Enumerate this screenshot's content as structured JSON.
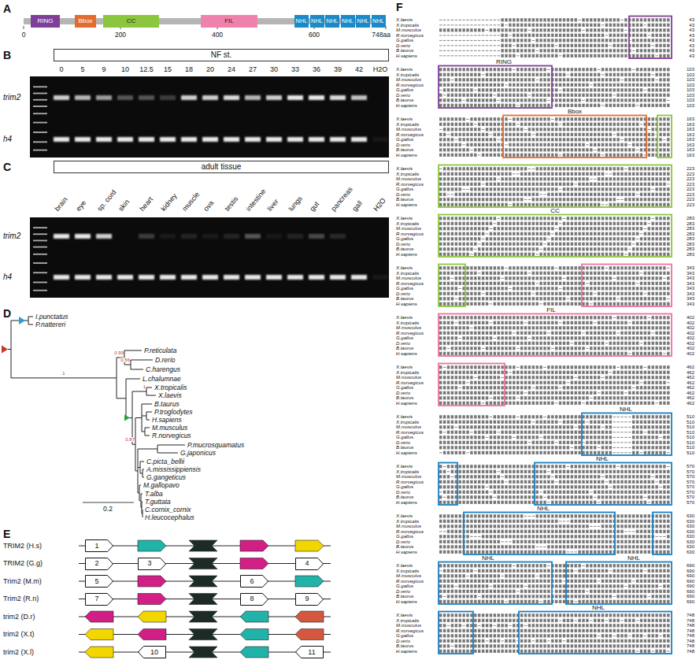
{
  "diagram": {
    "nodes": [
      {
        "text": [
          "RING"
        ]
      },
      {
        "text": [
          "Bbox"
        ]
      },
      {
        "text": [
          "CC"
        ]
      },
      {
        "text": [
          "FIL"
        ]
      },
      {
        "text": [
          "NHL"
        ]
      },
      {
        "text": [
          "NHL"
        ]
      },
      {
        "text": [
          "NHL"
        ]
      },
      {
        "text": [
          "NHL"
        ]
      },
      {
        "text": [
          "NHL"
        ]
      },
      {
        "text": [
          "NHL"
        ]
      },
      {
        "text": [
          "NF st."
        ]
      },
      {
        "text": [
          "adult tissue"
        ]
      },
      {
        "text": [
          "1"
        ]
      },
      {
        "text": [
          "2"
        ]
      },
      {
        "text": [
          "3"
        ]
      },
      {
        "text": [
          "4"
        ]
      },
      {
        "text": [
          "5"
        ]
      },
      {
        "text": [
          "6"
        ]
      },
      {
        "text": [
          "7"
        ]
      },
      {
        "text": [
          "8"
        ]
      },
      {
        "text": [
          "9"
        ]
      },
      {
        "text": [
          "10"
        ]
      },
      {
        "text": [
          "11"
        ]
      }
    ],
    "labels": [
      "A",
      "B",
      "C",
      "D",
      "E",
      "F",
      "0",
      "200",
      "400",
      "600",
      "748aa",
      "0",
      "5",
      "9",
      "10",
      "12.5",
      "15",
      "18",
      "20",
      "24",
      "27",
      "30",
      "33",
      "36",
      "39",
      "42",
      "H2O",
      "trim2",
      "h4",
      "brain",
      "eye",
      "sp. cord",
      "skin",
      "heart",
      "kidney",
      "muscle",
      "ova",
      "testis",
      "intestine",
      "liver",
      "lungs",
      "gut",
      "pancreas",
      "gall",
      "H2O",
      "trim2",
      "h4",
      "I.punctatus",
      "P.nattereri",
      "P.reticulata",
      "D.rerio",
      "C.harengus",
      "L.chalumnae",
      "X.tropicalis",
      "X.laevis",
      "B.taurus",
      "P.troglodytes",
      "H.sapiens",
      "M.musculus",
      "R.norvegicus",
      "P.mucrosquamatus",
      "G.japonicus",
      "C.picta_bellii",
      "A.mississippiensis",
      "G.gangeticus",
      "M.gallopavo",
      "T.alba",
      "T.guttata",
      "C.cornix_cornix",
      "H.leucocephalus",
      "1",
      "0.56",
      "0.99",
      "1",
      "0.87",
      "0.2",
      "TRIM2 (H.s)",
      "TRIM2 (G.g)",
      "Trim2 (M.m)",
      "Trim2 (R.n)",
      "trim2 (D.r)",
      "trim2 (X.t)",
      "trim2 (X.l)",
      "RING",
      "Bbox",
      "CC",
      "FIL",
      "NHL",
      "NHL",
      "NHL",
      "NHL",
      "NHL",
      "NHL",
      "X.laevis",
      "43",
      "X.tropicalis",
      "43",
      "M.musculus",
      "43",
      "R.norvegicus",
      "43",
      "G.gallus",
      "43",
      "D.rerio",
      "43",
      "B.taurus",
      "43",
      "H.sapiens",
      "43",
      "X.laevis",
      "103",
      "X.tropicalis",
      "103",
      "M.musculus",
      "103",
      "R.norvegicus",
      "103",
      "G.gallus",
      "103",
      "D.rerio",
      "103",
      "B.taurus",
      "103",
      "H.sapiens",
      "103",
      "X.laevis",
      "163",
      "X.tropicalis",
      "163",
      "M.musculus",
      "163",
      "R.norvegicus",
      "163",
      "G.gallus",
      "163",
      "D.rerio",
      "163",
      "B.taurus",
      "163",
      "H.sapiens",
      "163",
      "X.laevis",
      "223",
      "X.tropicalis",
      "223",
      "M.musculus",
      "223",
      "R.norvegicus",
      "223",
      "G.gallus",
      "223",
      "D.rerio",
      "223",
      "B.taurus",
      "223",
      "H.sapiens",
      "223",
      "X.laevis",
      "283",
      "X.tropicalis",
      "283",
      "M.musculus",
      "283",
      "R.norvegicus",
      "283",
      "G.gallus",
      "283",
      "D.rerio",
      "283",
      "B.taurus",
      "283",
      "H.sapiens",
      "283",
      "X.laevis",
      "343",
      "X.tropicalis",
      "343",
      "M.musculus",
      "343",
      "R.norvegicus",
      "343",
      "G.gallus",
      "343",
      "D.rerio",
      "343",
      "B.taurus",
      "343",
      "H.sapiens",
      "343",
      "X.laevis",
      "402",
      "X.tropicalis",
      "402",
      "M.musculus",
      "402",
      "R.norvegicus",
      "402",
      "G.gallus",
      "402",
      "D.rerio",
      "402",
      "B.taurus",
      "402",
      "H.sapiens",
      "402",
      "X.laevis",
      "462",
      "X.tropicalis",
      "462",
      "M.musculus",
      "462",
      "R.norvegicus",
      "462",
      "G.gallus",
      "462",
      "D.rerio",
      "462",
      "B.taurus",
      "462",
      "H.sapiens",
      "462",
      "X.laevis",
      "510",
      "X.tropicalis",
      "510",
      "M.musculus",
      "510",
      "R.norvegicus",
      "510",
      "G.gallus",
      "510",
      "D.rerio",
      "510",
      "B.taurus",
      "510",
      "H.sapiens",
      "510",
      "X.laevis",
      "570",
      "X.tropicalis",
      "570",
      "M.musculus",
      "570",
      "R.norvegicus",
      "570",
      "G.gallus",
      "570",
      "D.rerio",
      "570",
      "B.taurus",
      "570",
      "H.sapiens",
      "570",
      "X.laevis",
      "630",
      "X.tropicalis",
      "630",
      "M.musculus",
      "630",
      "R.norvegicus",
      "630",
      "G.gallus",
      "630",
      "D.rerio",
      "630",
      "B.taurus",
      "630",
      "H.sapiens",
      "630",
      "X.laevis",
      "690",
      "X.tropicalis",
      "690",
      "M.musculus",
      "690",
      "R.norvegicus",
      "690",
      "G.gallus",
      "690",
      "D.rerio",
      "690",
      "B.taurus",
      "690",
      "H.sapiens",
      "690",
      "X.laevis",
      "748",
      "X.tropicalis",
      "748",
      "M.musculus",
      "748",
      "R.norvegicus",
      "748",
      "G.gallus",
      "748",
      "D.rerio",
      "748",
      "B.taurus",
      "748",
      "H.sapiens",
      "748"
    ]
  }
}
